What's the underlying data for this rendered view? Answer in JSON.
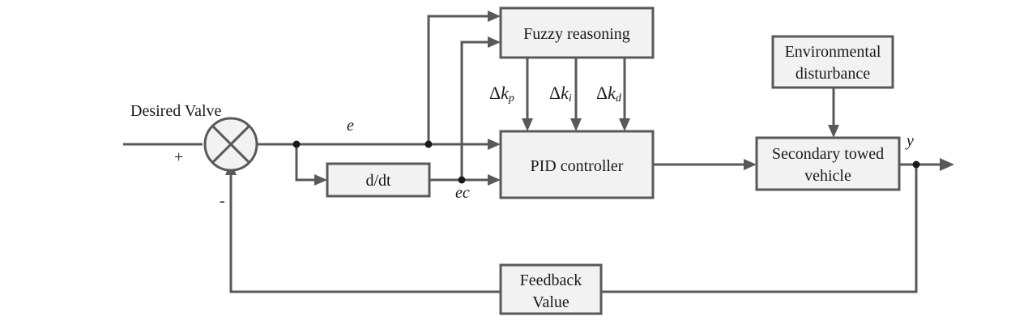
{
  "blocks": {
    "fuzzy": "Fuzzy reasoning",
    "pid": "PID controller",
    "derivative": "d/dt",
    "env_line1": "Environmental",
    "env_line2": "disturbance",
    "plant_line1": "Secondary towed",
    "plant_line2": "vehicle",
    "feedback_line1": "Feedback",
    "feedback_line2": "Value"
  },
  "labels": {
    "desired": "Desired Valve",
    "plus": "+",
    "minus": "-",
    "e": "e",
    "ec": "ec",
    "y": "y"
  },
  "gains": {
    "kp": {
      "delta": "Δ",
      "k": "k",
      "sub": "p"
    },
    "ki": {
      "delta": "Δ",
      "k": "k",
      "sub": "i"
    },
    "kd": {
      "delta": "Δ",
      "k": "k",
      "sub": "d"
    }
  }
}
